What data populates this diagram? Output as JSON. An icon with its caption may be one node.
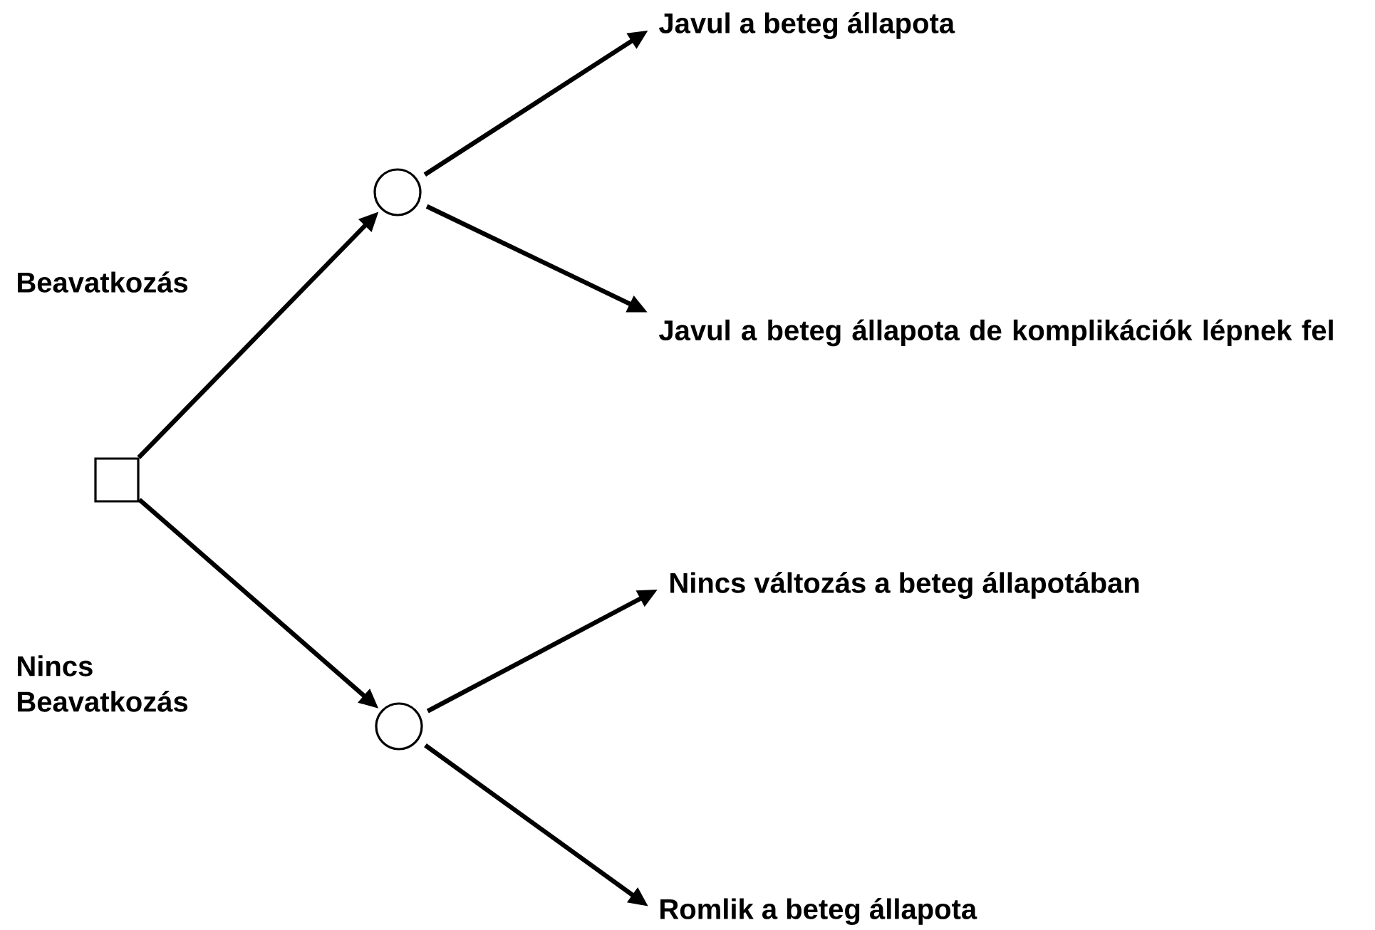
{
  "diagram": {
    "nodes": [
      {
        "text": [],
        "shape": "box"
      },
      {
        "text": [],
        "shape": "circle"
      },
      {
        "text": [],
        "shape": "circle"
      },
      {
        "text": [
          "Javul a beteg állapota"
        ]
      },
      {
        "text": [
          "Javul a beteg állapota de komplikációk lépnek fel"
        ]
      },
      {
        "text": [
          "Nincs változás a beteg állapotában"
        ]
      },
      {
        "text": [
          "Romlik a beteg állapota"
        ]
      }
    ],
    "edges": [
      {
        "from": 0,
        "to": 1,
        "arrow": "to",
        "label": "Beavatkozás"
      },
      {
        "from": 0,
        "to": 2,
        "arrow": "to",
        "label": "Nincs Beavatkozás"
      },
      {
        "from": 1,
        "to": 3,
        "arrow": "to"
      },
      {
        "from": 1,
        "to": 4,
        "arrow": "to"
      },
      {
        "from": 2,
        "to": 5,
        "arrow": "to"
      },
      {
        "from": 2,
        "to": 6,
        "arrow": "to"
      }
    ]
  }
}
